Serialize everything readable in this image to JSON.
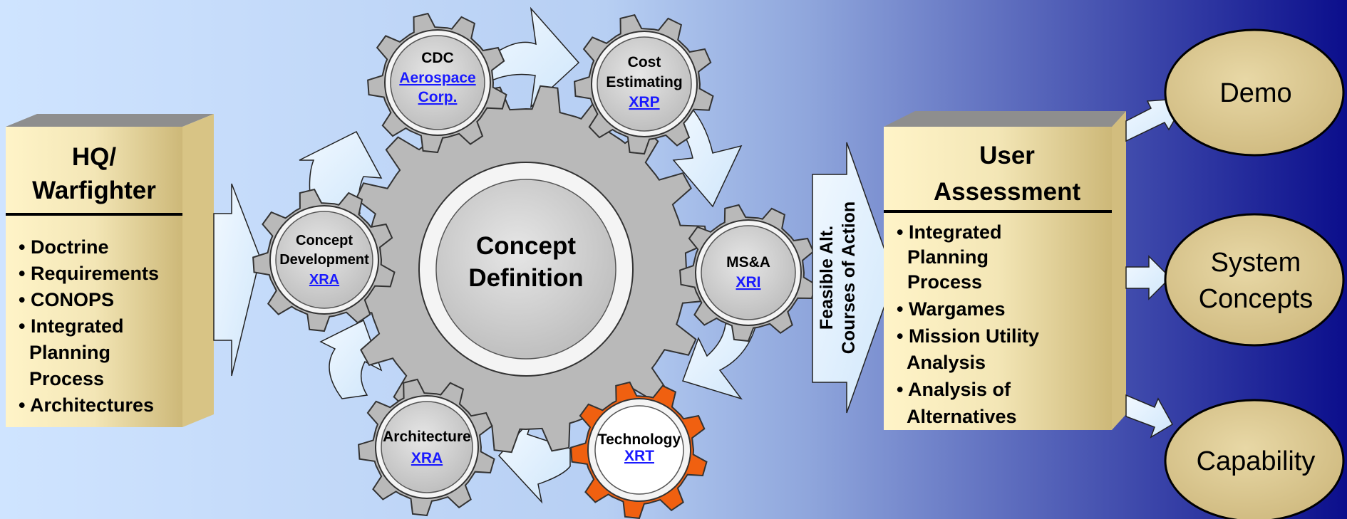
{
  "colors": {
    "bg_left": "#cfe4ff",
    "bg_mid": "#8fa6dc",
    "bg_right": "#0b0e8c",
    "gear_grey": "#b9b9b9",
    "gear_orange": "#f06010",
    "arrow_fill": "#dcefff",
    "box_tan": "#e2cf96",
    "oval_tan": "#dccb93",
    "link": "#1a1aff"
  },
  "hq_box": {
    "title_line1": "HQ/",
    "title_line2": "Warfighter",
    "bullets": [
      "• Doctrine",
      "• Requirements",
      "• CONOPS",
      "• Integrated",
      "  Planning",
      "  Process",
      "• Architectures"
    ]
  },
  "center_gear": {
    "line1": "Concept",
    "line2": "Definition"
  },
  "gears": {
    "cdc": {
      "line1": "CDC",
      "link1": "Aerospace",
      "link2": "Corp."
    },
    "cost": {
      "line1": "Cost",
      "line2": "Estimating",
      "link": "XRP"
    },
    "msa": {
      "line1": "MS&A",
      "link": "XRI"
    },
    "technology": {
      "line1": "Technology",
      "link": "XRT"
    },
    "architecture": {
      "line1": "Architecture",
      "link": "XRA"
    },
    "concept_dev": {
      "line1": "Concept",
      "line2": "Development",
      "link": "XRA"
    }
  },
  "feasible_arrow": {
    "line1": "Feasible Alt.",
    "line2": "Courses of Action"
  },
  "user_box": {
    "title_line1": "User",
    "title_line2": "Assessment",
    "bullets": [
      "• Integrated",
      "  Planning",
      "  Process",
      "• Wargames",
      "• Mission Utility",
      "  Analysis",
      "• Analysis of",
      "  Alternatives"
    ]
  },
  "ovals": {
    "demo": "Demo",
    "system_line1": "System",
    "system_line2": "Concepts",
    "capability": "Capability"
  }
}
